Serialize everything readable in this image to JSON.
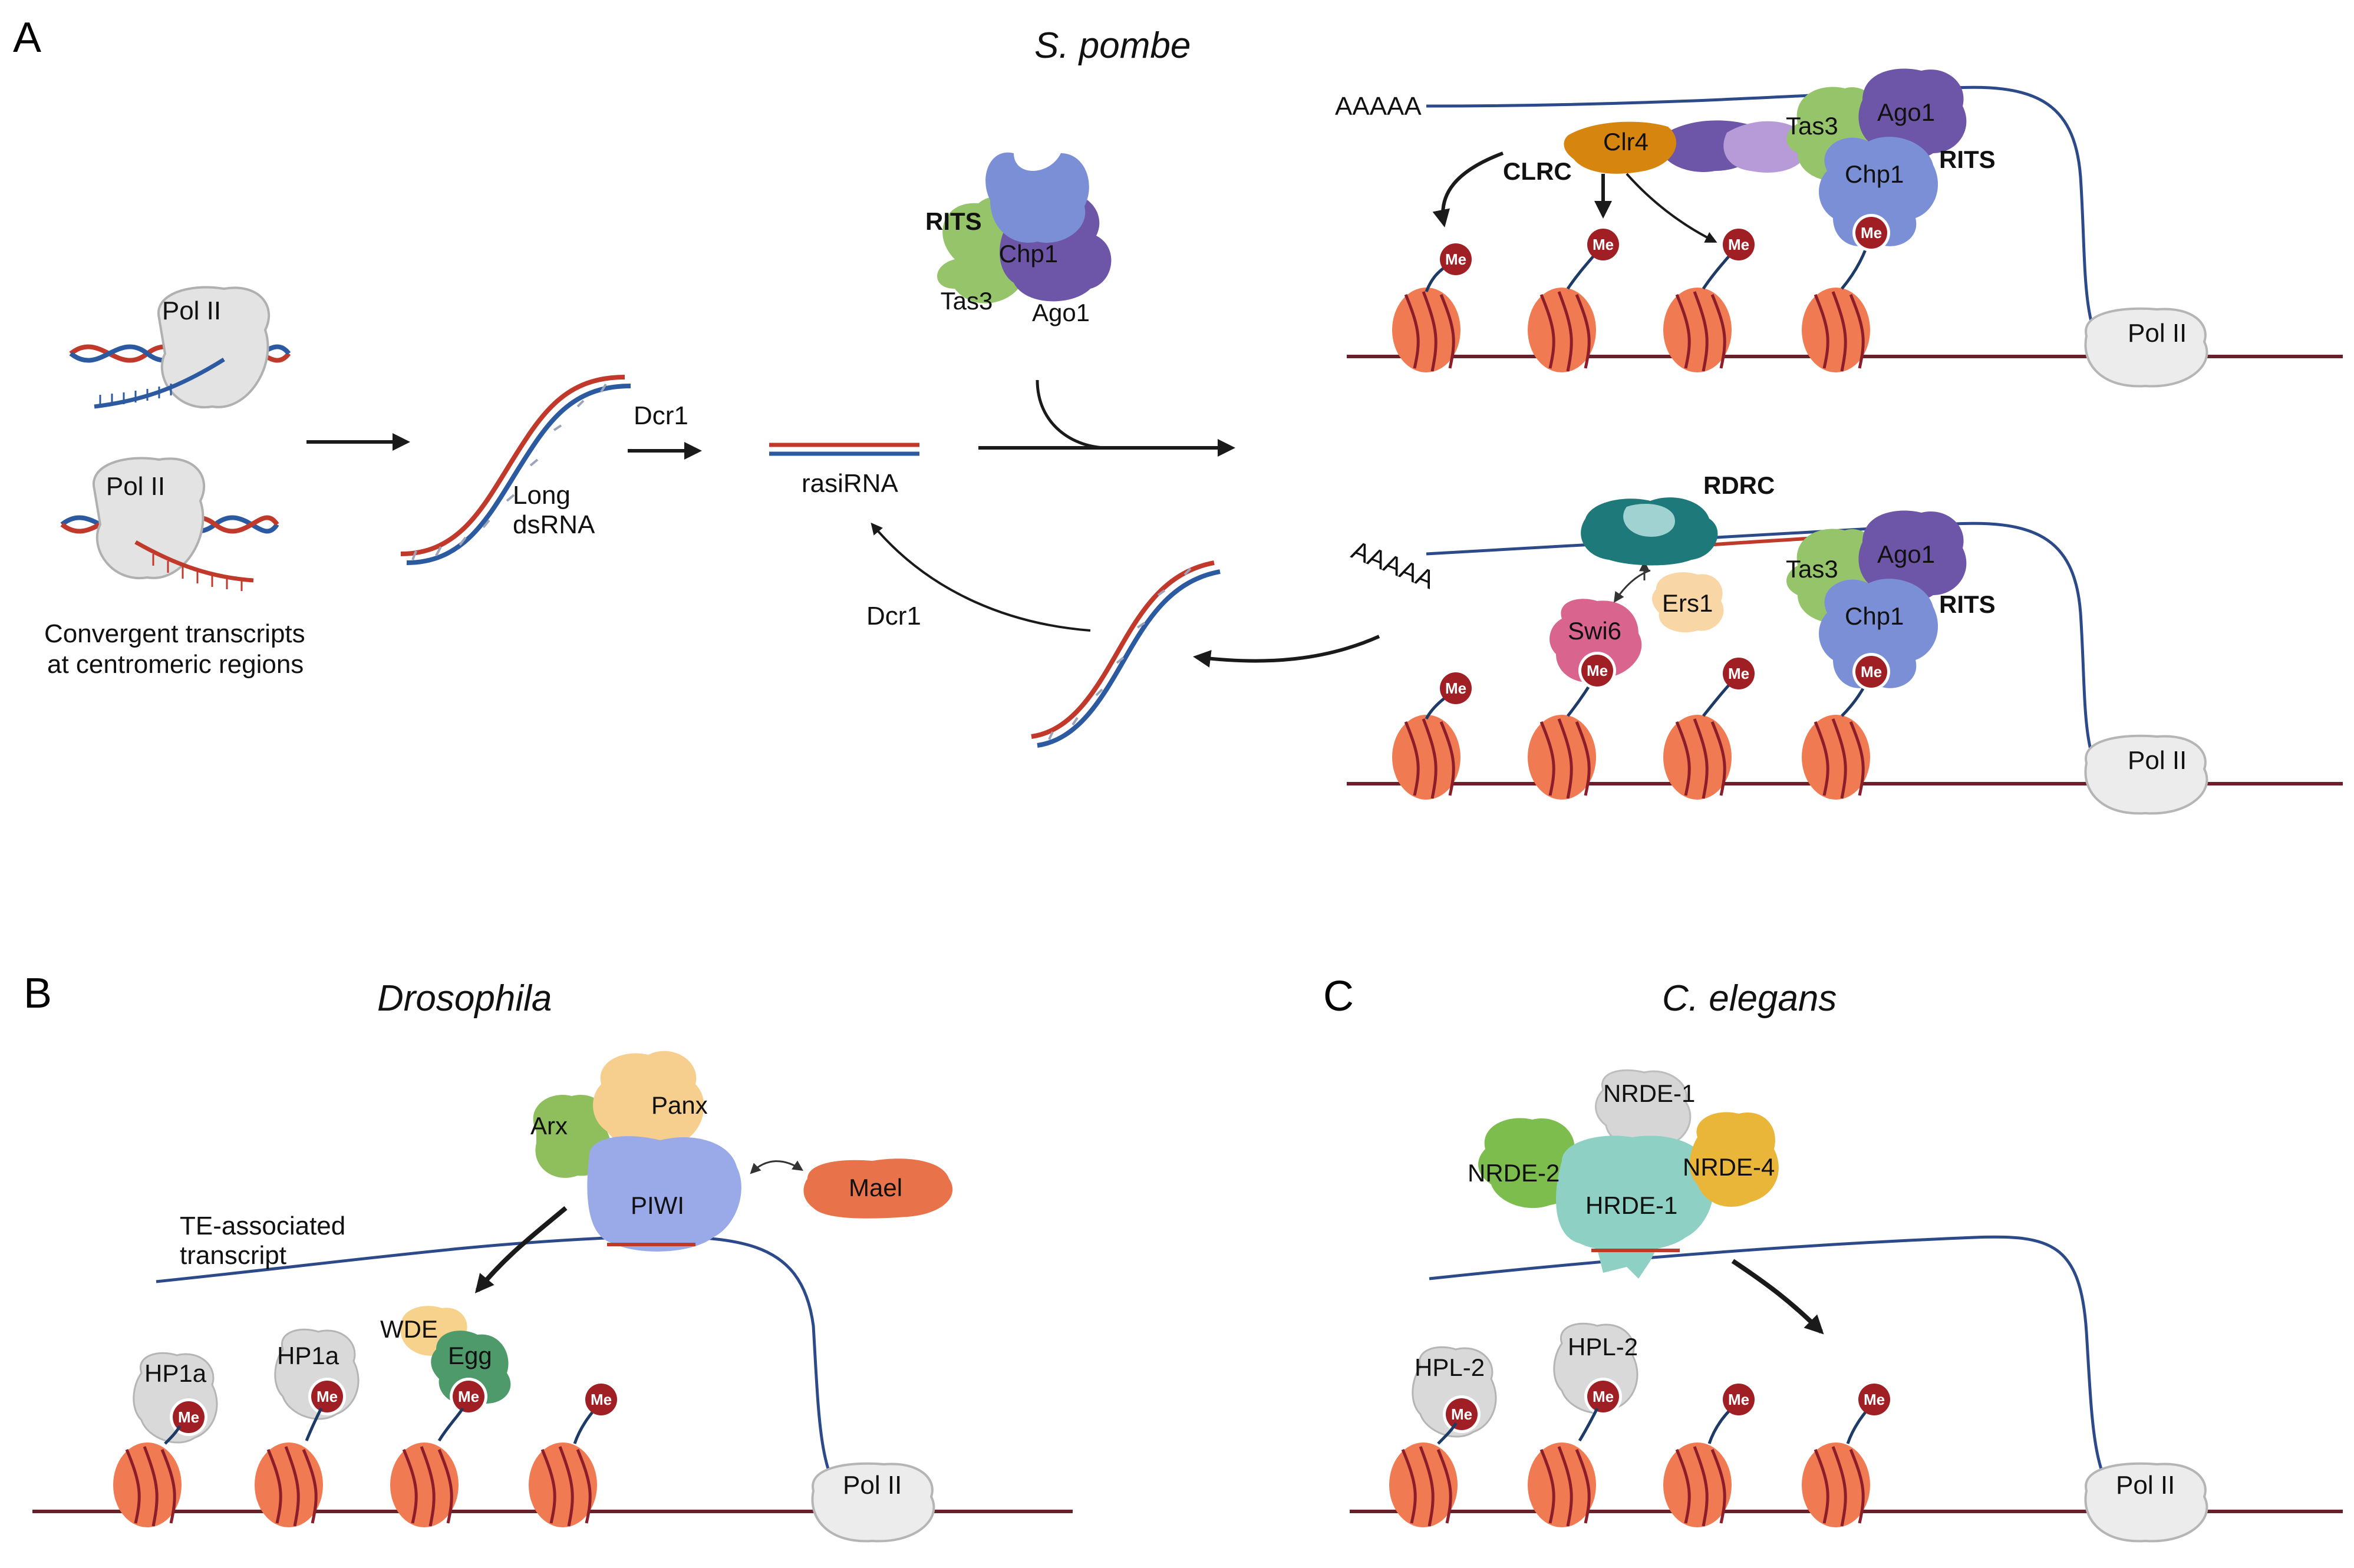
{
  "panels": {
    "a": {
      "letter": "A",
      "organism": "S. pombe"
    },
    "b": {
      "letter": "B",
      "organism": "Drosophila"
    },
    "c": {
      "letter": "C",
      "organism": "C. elegans"
    }
  },
  "labels": {
    "pol2": "Pol II",
    "convergent_line1": "Convergent transcripts",
    "convergent_line2": "at centromeric regions",
    "long_dsrna_line1": "Long",
    "long_dsrna_line2": "dsRNA",
    "dcr1": "Dcr1",
    "rasirna": "rasiRNA",
    "rits": "RITS",
    "clrc": "CLRC",
    "rdrc": "RDRC",
    "polya": "AAAAA",
    "me": "Me",
    "te_transcript_line1": "TE-associated",
    "te_transcript_line2": "transcript"
  },
  "proteins": {
    "chp1": "Chp1",
    "tas3": "Tas3",
    "ago1": "Ago1",
    "clr4": "Clr4",
    "swi6": "Swi6",
    "ers1": "Ers1",
    "arx": "Arx",
    "panx": "Panx",
    "piwi": "PIWI",
    "mael": "Mael",
    "hp1a": "HP1a",
    "wde": "WDE",
    "egg": "Egg",
    "nrde1": "NRDE-1",
    "nrde2": "NRDE-2",
    "nrde4": "NRDE-4",
    "hrde1": "HRDE-1",
    "hpl2": "HPL-2"
  },
  "colors": {
    "dna_strand": "#6b1f2a",
    "rna_strand": "#2c4a8a",
    "nucleosome": "#f07a52",
    "me_mark": "#a01f24",
    "chp1": "#7b8fd6",
    "tas3": "#96c46a",
    "ago1": "#6d55a8",
    "clr4": "#d6860f",
    "rdrc": "#1e7a7a",
    "swi6": "#d9648e",
    "ers1": "#f8d6a6",
    "piwi": "#9aa9e8",
    "panx": "#f6cf8e",
    "arx": "#8fbf5c",
    "mael": "#e8734a",
    "egg": "#4e9a6a",
    "wde": "#f6d28c",
    "hp1": "#d9d9d9",
    "hrde1": "#8ed1c4",
    "nrde2": "#7cbd4e",
    "nrde4": "#e9b63a",
    "nrde1": "#d6d6d6"
  }
}
